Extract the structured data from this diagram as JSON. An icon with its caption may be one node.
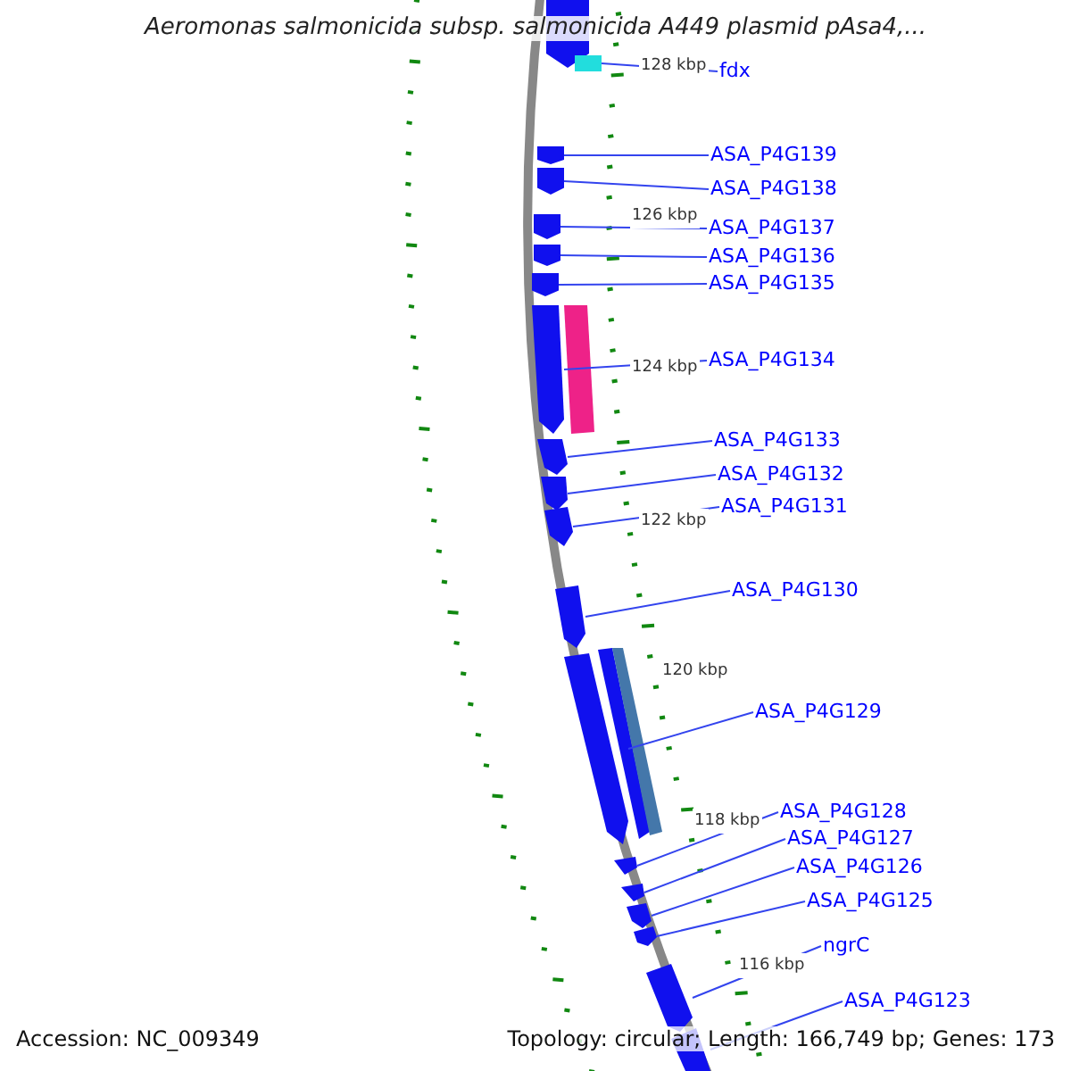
{
  "diagram": {
    "title": "Aeromonas salmonicida subsp. salmonicida A449 plasmid pAsa4,...",
    "nodes": [
      {
        "text": [],
        "shape": "arrow"
      },
      {
        "text": [
          "fdx"
        ]
      },
      {
        "text": [],
        "shape": "box"
      },
      {
        "text": [
          "ASA_P4G139"
        ]
      },
      {
        "text": [],
        "shape": "arrow"
      },
      {
        "text": [
          "ASA_P4G138"
        ]
      },
      {
        "text": [],
        "shape": "arrow"
      },
      {
        "text": [
          "ASA_P4G137"
        ]
      },
      {
        "text": [],
        "shape": "arrow"
      },
      {
        "text": [
          "ASA_P4G136"
        ]
      },
      {
        "text": [],
        "shape": "arrow"
      },
      {
        "text": [
          "ASA_P4G135"
        ]
      },
      {
        "text": [],
        "shape": "arrow"
      },
      {
        "text": [
          "ASA_P4G134"
        ]
      },
      {
        "text": [],
        "shape": "arrow"
      },
      {
        "text": [],
        "shape": "bar"
      },
      {
        "text": [
          "ASA_P4G133"
        ]
      },
      {
        "text": [],
        "shape": "arrow"
      },
      {
        "text": [
          "ASA_P4G132"
        ]
      },
      {
        "text": [],
        "shape": "arrow"
      },
      {
        "text": [
          "ASA_P4G131"
        ]
      },
      {
        "text": [],
        "shape": "arrow"
      },
      {
        "text": [
          "ASA_P4G130"
        ]
      },
      {
        "text": [],
        "shape": "arrow"
      },
      {
        "text": [
          "ASA_P4G129"
        ]
      },
      {
        "text": [],
        "shape": "arrow"
      },
      {
        "text": [],
        "shape": "arrow"
      },
      {
        "text": [],
        "shape": "bar"
      },
      {
        "text": [
          "ASA_P4G128"
        ]
      },
      {
        "text": [],
        "shape": "arrow"
      },
      {
        "text": [
          "ASA_P4G127"
        ]
      },
      {
        "text": [],
        "shape": "arrow"
      },
      {
        "text": [
          "ASA_P4G126"
        ]
      },
      {
        "text": [],
        "shape": "arrow"
      },
      {
        "text": [
          "ASA_P4G125"
        ]
      },
      {
        "text": [],
        "shape": "arrow"
      },
      {
        "text": [
          "ngrC"
        ]
      },
      {
        "text": [],
        "shape": "arrow"
      },
      {
        "text": [
          "ASA_P4G123"
        ]
      },
      {
        "text": [],
        "shape": "arrow"
      }
    ],
    "edges": [
      {
        "from": 1,
        "to": 2,
        "arrow": "none"
      },
      {
        "from": 3,
        "to": 4,
        "arrow": "none"
      },
      {
        "from": 5,
        "to": 6,
        "arrow": "none"
      },
      {
        "from": 7,
        "to": 8,
        "arrow": "none"
      },
      {
        "from": 9,
        "to": 10,
        "arrow": "none"
      },
      {
        "from": 11,
        "to": 12,
        "arrow": "none"
      },
      {
        "from": 13,
        "to": 14,
        "arrow": "none"
      },
      {
        "from": 16,
        "to": 17,
        "arrow": "none"
      },
      {
        "from": 18,
        "to": 19,
        "arrow": "none"
      },
      {
        "from": 20,
        "to": 21,
        "arrow": "none"
      },
      {
        "from": 22,
        "to": 23,
        "arrow": "none"
      },
      {
        "from": 24,
        "to": 25,
        "arrow": "none"
      },
      {
        "from": 28,
        "to": 29,
        "arrow": "none"
      },
      {
        "from": 30,
        "to": 31,
        "arrow": "none"
      },
      {
        "from": 32,
        "to": 33,
        "arrow": "none"
      },
      {
        "from": 34,
        "to": 35,
        "arrow": "none"
      },
      {
        "from": 36,
        "to": 37,
        "arrow": "none"
      },
      {
        "from": 38,
        "to": 39,
        "arrow": "none"
      }
    ],
    "labels": [
      "128 kbp",
      "126 kbp",
      "124 kbp",
      "122 kbp",
      "120 kbp",
      "118 kbp",
      "116 kbp",
      "Accession: NC_009349",
      "Topology: circular; Length: 166,749 bp; Genes: 173"
    ]
  }
}
